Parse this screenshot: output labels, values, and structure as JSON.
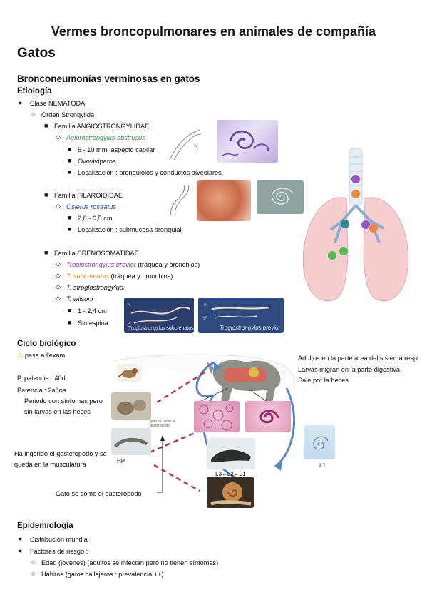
{
  "title": "Vermes broncopulmonares en animales de compañía",
  "section": "Gatos",
  "subsection": "Bronconeumonías verminosas en gatos",
  "etiologia": {
    "heading": "Etiología",
    "clase": "Clase NEMATODA",
    "orden": "Orden Strongylida",
    "fam1": {
      "label": "Familia ANGIOSTRONGYLIDAE",
      "species": "Aelurostrongylus abstrusus",
      "items": [
        "6 - 10 mm, aspecto capilar",
        "Ovovivíparos",
        "Localización : bronquiolos y conductos alveolares."
      ]
    },
    "fam2": {
      "label": "Familia FILAROIDIDAE",
      "species": "Oslerus rostratus",
      "items": [
        "2,8 - 6,5 cm",
        "Localización : submucosa bronquial."
      ]
    },
    "fam3": {
      "label": "Familia CRENOSOMATIDAE",
      "sp1": "Troglostrongylus brevior",
      "sp1_note": " (tráquea y bronchios)",
      "sp2": "T. subcrenatus",
      "sp2_note": " (tráquea y bronchios)",
      "sp3": "T. stroglostrongylus.",
      "sp4": "T. wilsoni",
      "items": [
        "1 - 2,4 cm",
        "Sin espina"
      ],
      "img1_caption": "Troglostrongylus subcrenatus",
      "img2_caption": "Troglostrongylus brevior",
      "female": "♀",
      "male": "♂"
    }
  },
  "ciclo": {
    "heading": "Ciclo biológico",
    "warning": "pasa a l'exam",
    "ppatencia": "P. patencia : 40d",
    "patencia": "Patencia : 2años",
    "periodo": [
      "Periodo con síntomas pero",
      "sin larvas en las heces"
    ],
    "adultos": [
      "Adultos en la parte area del sistema respi",
      "Larvas migran en la parte digestiva",
      "Sale por la heces"
    ],
    "gasteropodo": [
      "Ha ingerido el gasteropodo y se",
      "queda en la musculatura"
    ],
    "gato_come": "Gato se come el gasteropodo",
    "hp": "HP",
    "l1": "L1",
    "l3": "L3←L2←L1",
    "small_note": "gato se come el gasteropodo"
  },
  "epidemiologia": {
    "heading": "Epidemiología",
    "items": [
      "Distribución mundial",
      "Factores de riesgo :"
    ],
    "sub": [
      "Edad (jovenes) (adultos se infectan pero no tienen síntomas)",
      "Hábitos (gatos callejeros : prevalencia ++)"
    ]
  }
}
